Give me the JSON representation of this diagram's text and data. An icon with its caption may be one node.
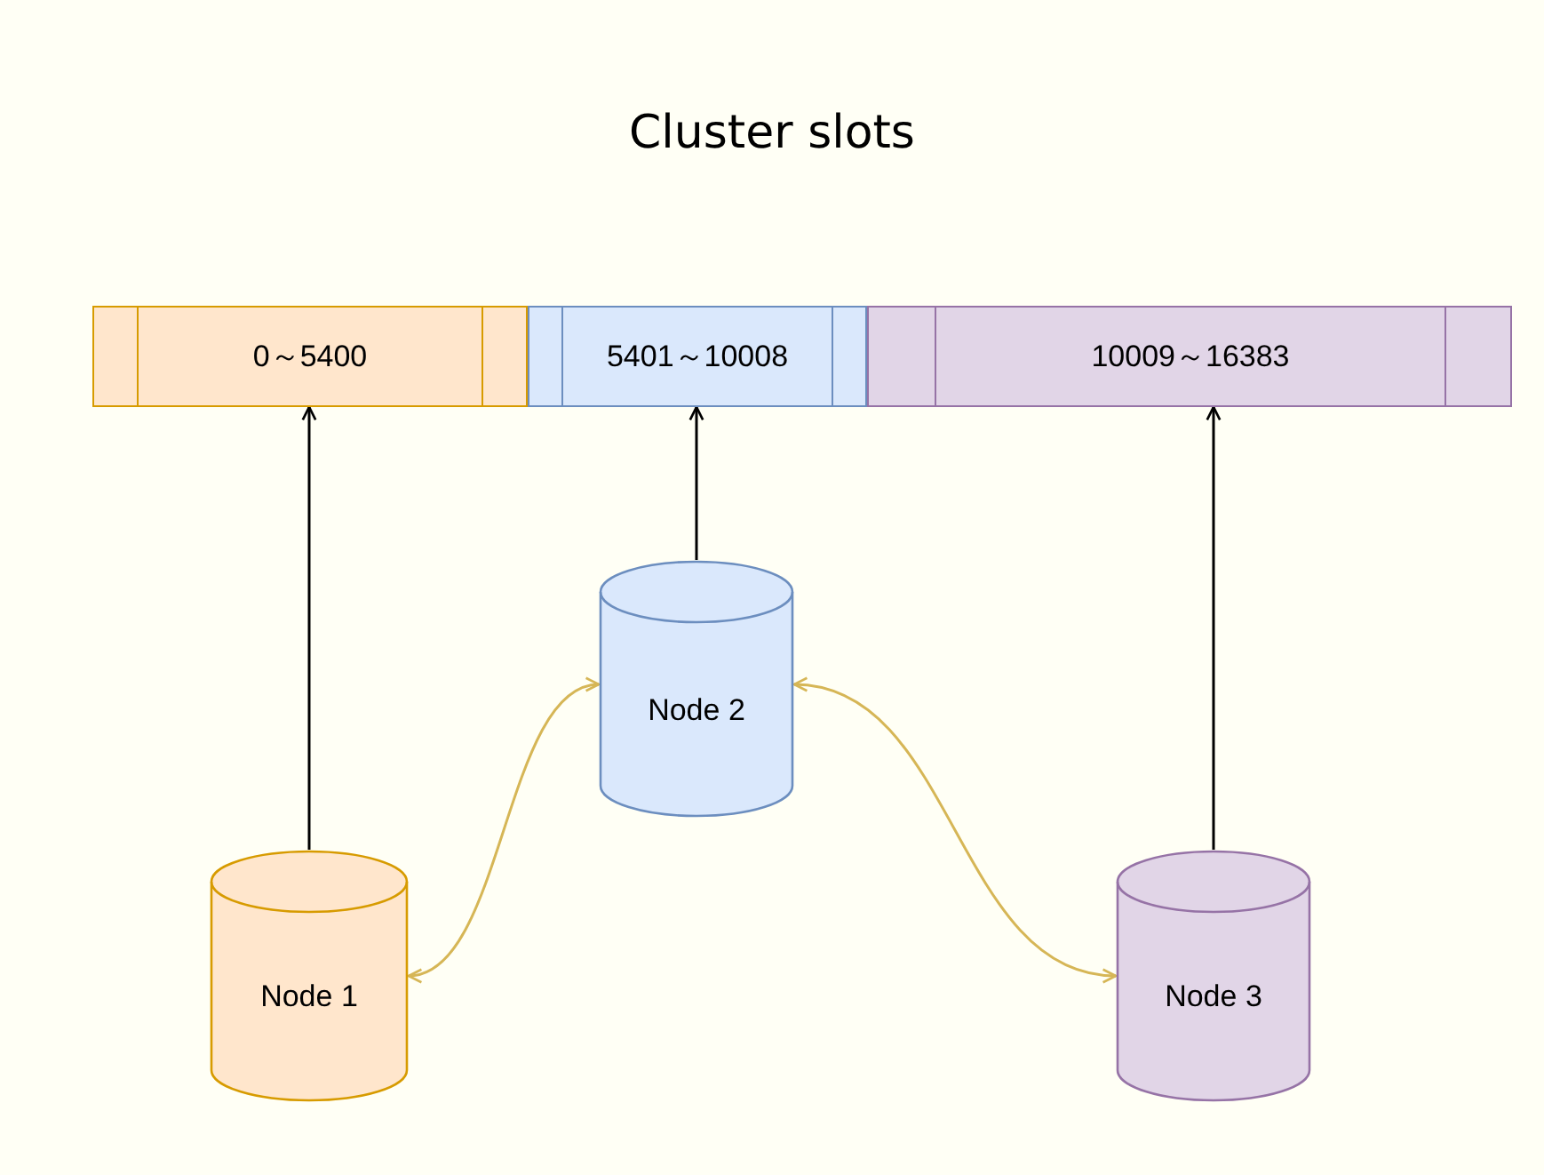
{
  "diagram": {
    "title": "Cluster slots",
    "nodes": [
      {
        "text": [
          "0～5400"
        ]
      },
      {
        "text": [
          "5401～10008"
        ]
      },
      {
        "text": [
          "10009～16383"
        ]
      },
      {
        "text": [
          "Node 2"
        ]
      },
      {
        "text": [
          "Node 1"
        ]
      },
      {
        "text": [
          "Node 3"
        ]
      }
    ],
    "edges": [
      {
        "from": 4,
        "to": 0,
        "arrow": "to"
      },
      {
        "from": 3,
        "to": 1,
        "arrow": "to"
      },
      {
        "from": 5,
        "to": 2,
        "arrow": "to"
      },
      {
        "from": 4,
        "to": 3,
        "arrow": "both",
        "color": "#d6b656"
      },
      {
        "from": 3,
        "to": 5,
        "arrow": "both",
        "color": "#d6b656"
      }
    ]
  }
}
